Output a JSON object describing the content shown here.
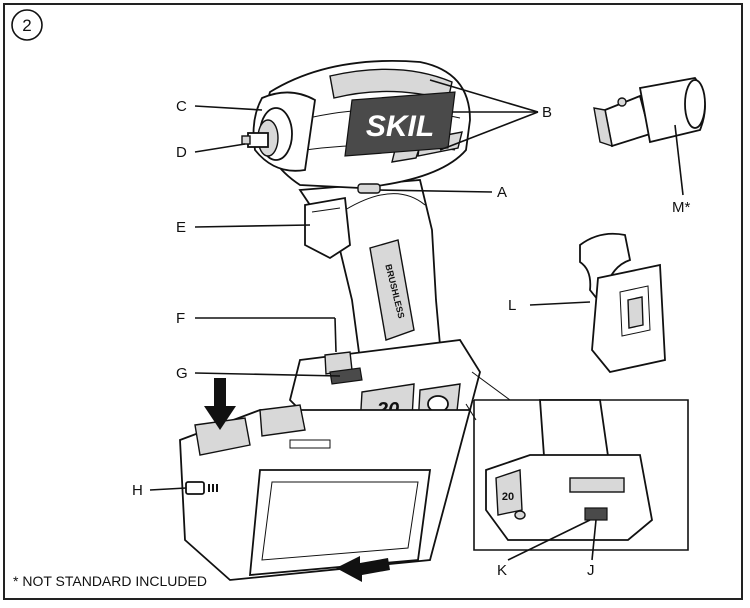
{
  "figure": {
    "number": "2",
    "brand": "SKIL",
    "battery_voltage": "20",
    "grip_badge": "BRUSHLESS",
    "footnote": "* NOT STANDARD INCLUDED"
  },
  "callouts": [
    {
      "id": "A",
      "label": "A"
    },
    {
      "id": "B",
      "label": "B"
    },
    {
      "id": "C",
      "label": "C"
    },
    {
      "id": "D",
      "label": "D"
    },
    {
      "id": "E",
      "label": "E"
    },
    {
      "id": "F",
      "label": "F"
    },
    {
      "id": "G",
      "label": "G"
    },
    {
      "id": "H",
      "label": "H"
    },
    {
      "id": "J",
      "label": "J"
    },
    {
      "id": "K",
      "label": "K"
    },
    {
      "id": "L",
      "label": "L"
    },
    {
      "id": "M",
      "label": "M*"
    }
  ]
}
